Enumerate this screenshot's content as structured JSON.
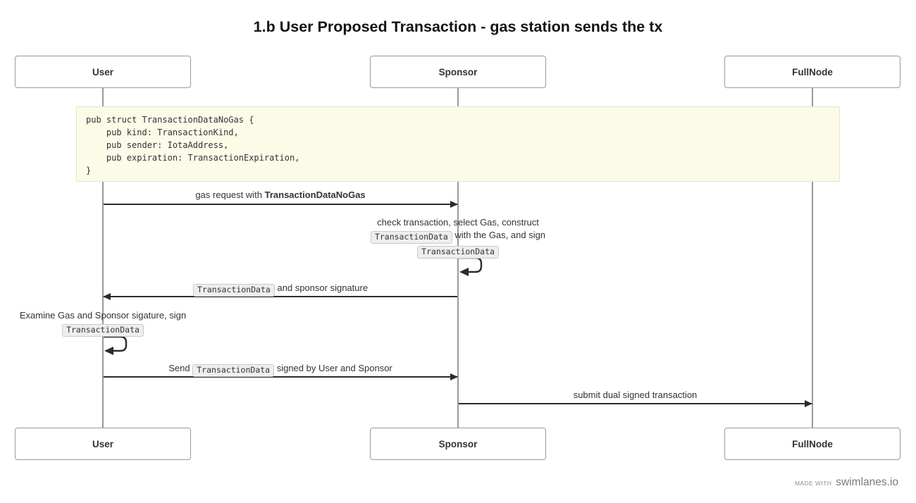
{
  "title": "1.b User Proposed Transaction - gas station sends the tx",
  "actors": [
    "User",
    "Sponsor",
    "FullNode"
  ],
  "note": {
    "code_lines": [
      "pub struct TransactionDataNoGas {",
      "    pub kind: TransactionKind,",
      "    pub sender: IotaAddress,",
      "    pub expiration: TransactionExpiration,",
      "}"
    ]
  },
  "messages": {
    "gas_request": {
      "prefix": "gas request with ",
      "emphasis": "TransactionDataNoGas"
    },
    "sponsor_self": {
      "line1": "check transaction, select Gas, construct",
      "code1": "TransactionData",
      "line2_rest": " with the Gas, and sign",
      "code2": "TransactionData"
    },
    "sponsor_reply": {
      "code": "TransactionData",
      "rest": " and sponsor signature"
    },
    "user_self": {
      "line1": "Examine Gas and Sponsor sigature, sign",
      "code": "TransactionData"
    },
    "send_signed": {
      "prefix": "Send ",
      "code": "TransactionData",
      "rest": " signed by User and Sponsor"
    },
    "submit": {
      "text": "submit dual signed transaction"
    }
  },
  "footer": {
    "made_with": "MADE WITH",
    "brand": "swimlanes.io"
  },
  "colors": {
    "note_bg": "#fcfbe8",
    "note_border": "#e6e3c9",
    "arrow": "#2b2b2b",
    "lifeline": "#9a9a9a",
    "badge_bg": "#eeeeee",
    "text": "#333333"
  }
}
